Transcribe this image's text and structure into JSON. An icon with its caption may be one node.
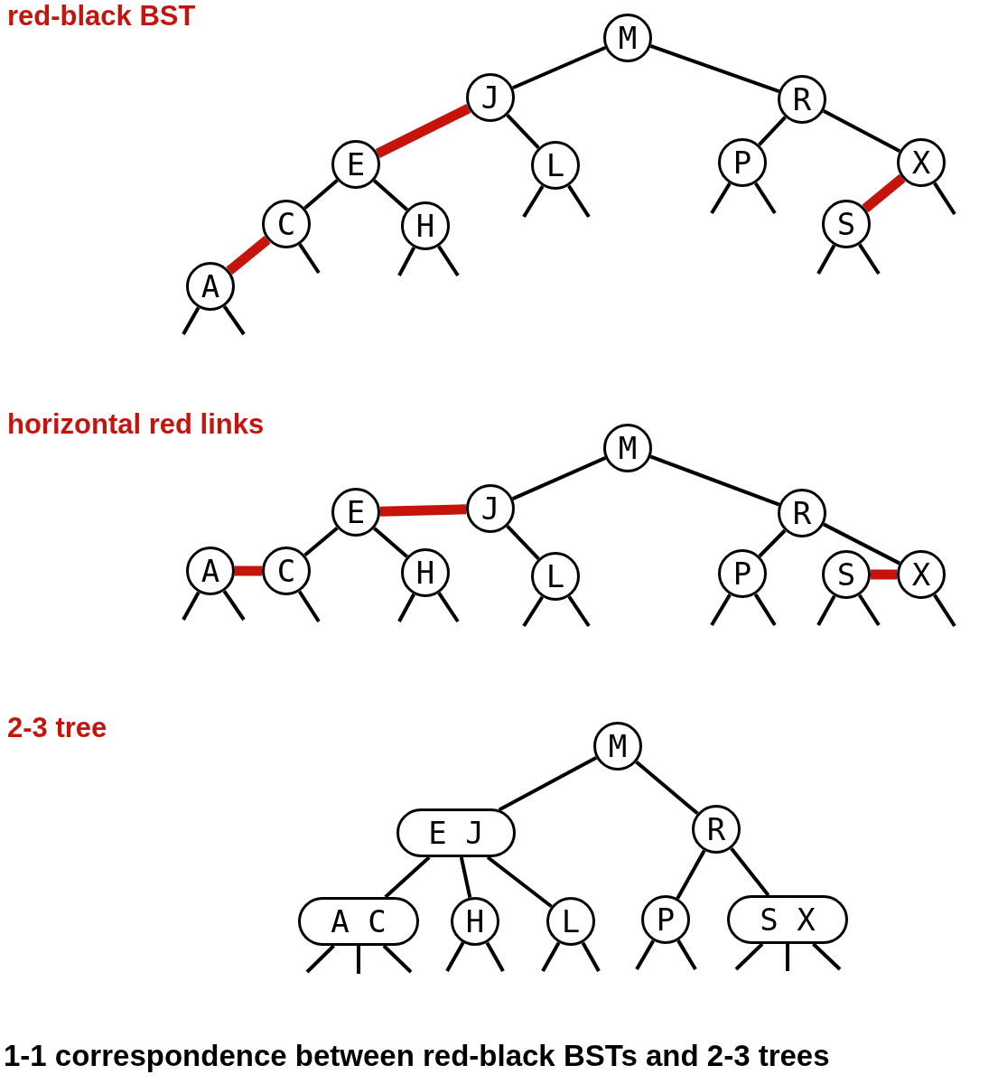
{
  "diagram": {
    "caption": "1-1 correspondence between red-black BSTs and 2-3 trees",
    "labels": [
      "red-black BST",
      "horizontal red links",
      "2-3 tree"
    ],
    "nodes": [
      {
        "text": [
          "M"
        ]
      },
      {
        "text": [
          "J"
        ]
      },
      {
        "text": [
          "R"
        ]
      },
      {
        "text": [
          "E"
        ]
      },
      {
        "text": [
          "L"
        ]
      },
      {
        "text": [
          "P"
        ]
      },
      {
        "text": [
          "X"
        ]
      },
      {
        "text": [
          "C"
        ]
      },
      {
        "text": [
          "H"
        ]
      },
      {
        "text": [
          "S"
        ]
      },
      {
        "text": [
          "A"
        ]
      },
      {
        "text": [
          "M"
        ]
      },
      {
        "text": [
          "E"
        ]
      },
      {
        "text": [
          "J"
        ]
      },
      {
        "text": [
          "R"
        ]
      },
      {
        "text": [
          "A"
        ]
      },
      {
        "text": [
          "C"
        ]
      },
      {
        "text": [
          "H"
        ]
      },
      {
        "text": [
          "L"
        ]
      },
      {
        "text": [
          "P"
        ]
      },
      {
        "text": [
          "S"
        ]
      },
      {
        "text": [
          "X"
        ]
      },
      {
        "text": [
          "M"
        ]
      },
      {
        "text": [
          "E J"
        ]
      },
      {
        "text": [
          "R"
        ]
      },
      {
        "text": [
          "A C"
        ]
      },
      {
        "text": [
          "H"
        ]
      },
      {
        "text": [
          "L"
        ]
      },
      {
        "text": [
          "P"
        ]
      },
      {
        "text": [
          "S X"
        ]
      }
    ],
    "edges": [
      {
        "from": 0,
        "to": 1,
        "arrow": "none"
      },
      {
        "from": 0,
        "to": 2,
        "arrow": "none"
      },
      {
        "from": 1,
        "to": 3,
        "arrow": "none",
        "style": "thick",
        "color": "#c4140c"
      },
      {
        "from": 1,
        "to": 4,
        "arrow": "none"
      },
      {
        "from": 3,
        "to": 7,
        "arrow": "none"
      },
      {
        "from": 3,
        "to": 8,
        "arrow": "none"
      },
      {
        "from": 7,
        "to": 10,
        "arrow": "none",
        "style": "thick",
        "color": "#c4140c"
      },
      {
        "from": 2,
        "to": 5,
        "arrow": "none"
      },
      {
        "from": 2,
        "to": 6,
        "arrow": "none"
      },
      {
        "from": 6,
        "to": 9,
        "arrow": "none",
        "style": "thick",
        "color": "#c4140c"
      },
      {
        "from": 11,
        "to": 13,
        "arrow": "none"
      },
      {
        "from": 11,
        "to": 14,
        "arrow": "none"
      },
      {
        "from": 13,
        "to": 12,
        "arrow": "none",
        "style": "thick",
        "color": "#c4140c"
      },
      {
        "from": 13,
        "to": 18,
        "arrow": "none"
      },
      {
        "from": 12,
        "to": 16,
        "arrow": "none"
      },
      {
        "from": 12,
        "to": 17,
        "arrow": "none"
      },
      {
        "from": 16,
        "to": 15,
        "arrow": "none",
        "style": "thick",
        "color": "#c4140c"
      },
      {
        "from": 14,
        "to": 19,
        "arrow": "none"
      },
      {
        "from": 14,
        "to": 21,
        "arrow": "none"
      },
      {
        "from": 21,
        "to": 20,
        "arrow": "none",
        "style": "thick",
        "color": "#c4140c"
      },
      {
        "from": 22,
        "to": 23,
        "arrow": "none"
      },
      {
        "from": 22,
        "to": 24,
        "arrow": "none"
      },
      {
        "from": 23,
        "to": 25,
        "arrow": "none"
      },
      {
        "from": 23,
        "to": 26,
        "arrow": "none"
      },
      {
        "from": 23,
        "to": 27,
        "arrow": "none"
      },
      {
        "from": 24,
        "to": 28,
        "arrow": "none"
      },
      {
        "from": 24,
        "to": 29,
        "arrow": "none"
      },
      {
        "from": 10,
        "to": null,
        "arrow": "none"
      },
      {
        "from": 10,
        "to": null,
        "arrow": "none"
      },
      {
        "from": 7,
        "to": null,
        "arrow": "none"
      },
      {
        "from": 8,
        "to": null,
        "arrow": "none"
      },
      {
        "from": 8,
        "to": null,
        "arrow": "none"
      },
      {
        "from": 4,
        "to": null,
        "arrow": "none"
      },
      {
        "from": 4,
        "to": null,
        "arrow": "none"
      },
      {
        "from": 5,
        "to": null,
        "arrow": "none"
      },
      {
        "from": 5,
        "to": null,
        "arrow": "none"
      },
      {
        "from": 9,
        "to": null,
        "arrow": "none"
      },
      {
        "from": 9,
        "to": null,
        "arrow": "none"
      },
      {
        "from": 6,
        "to": null,
        "arrow": "none"
      },
      {
        "from": 15,
        "to": null,
        "arrow": "none"
      },
      {
        "from": 15,
        "to": null,
        "arrow": "none"
      },
      {
        "from": 16,
        "to": null,
        "arrow": "none"
      },
      {
        "from": 17,
        "to": null,
        "arrow": "none"
      },
      {
        "from": 17,
        "to": null,
        "arrow": "none"
      },
      {
        "from": 18,
        "to": null,
        "arrow": "none"
      },
      {
        "from": 18,
        "to": null,
        "arrow": "none"
      },
      {
        "from": 19,
        "to": null,
        "arrow": "none"
      },
      {
        "from": 19,
        "to": null,
        "arrow": "none"
      },
      {
        "from": 20,
        "to": null,
        "arrow": "none"
      },
      {
        "from": 20,
        "to": null,
        "arrow": "none"
      },
      {
        "from": 21,
        "to": null,
        "arrow": "none"
      },
      {
        "from": 25,
        "to": null,
        "arrow": "none"
      },
      {
        "from": 25,
        "to": null,
        "arrow": "none"
      },
      {
        "from": 25,
        "to": null,
        "arrow": "none"
      },
      {
        "from": 26,
        "to": null,
        "arrow": "none"
      },
      {
        "from": 26,
        "to": null,
        "arrow": "none"
      },
      {
        "from": 27,
        "to": null,
        "arrow": "none"
      },
      {
        "from": 27,
        "to": null,
        "arrow": "none"
      },
      {
        "from": 28,
        "to": null,
        "arrow": "none"
      },
      {
        "from": 28,
        "to": null,
        "arrow": "none"
      },
      {
        "from": 29,
        "to": null,
        "arrow": "none"
      },
      {
        "from": 29,
        "to": null,
        "arrow": "none"
      },
      {
        "from": 29,
        "to": null,
        "arrow": "none"
      }
    ]
  }
}
